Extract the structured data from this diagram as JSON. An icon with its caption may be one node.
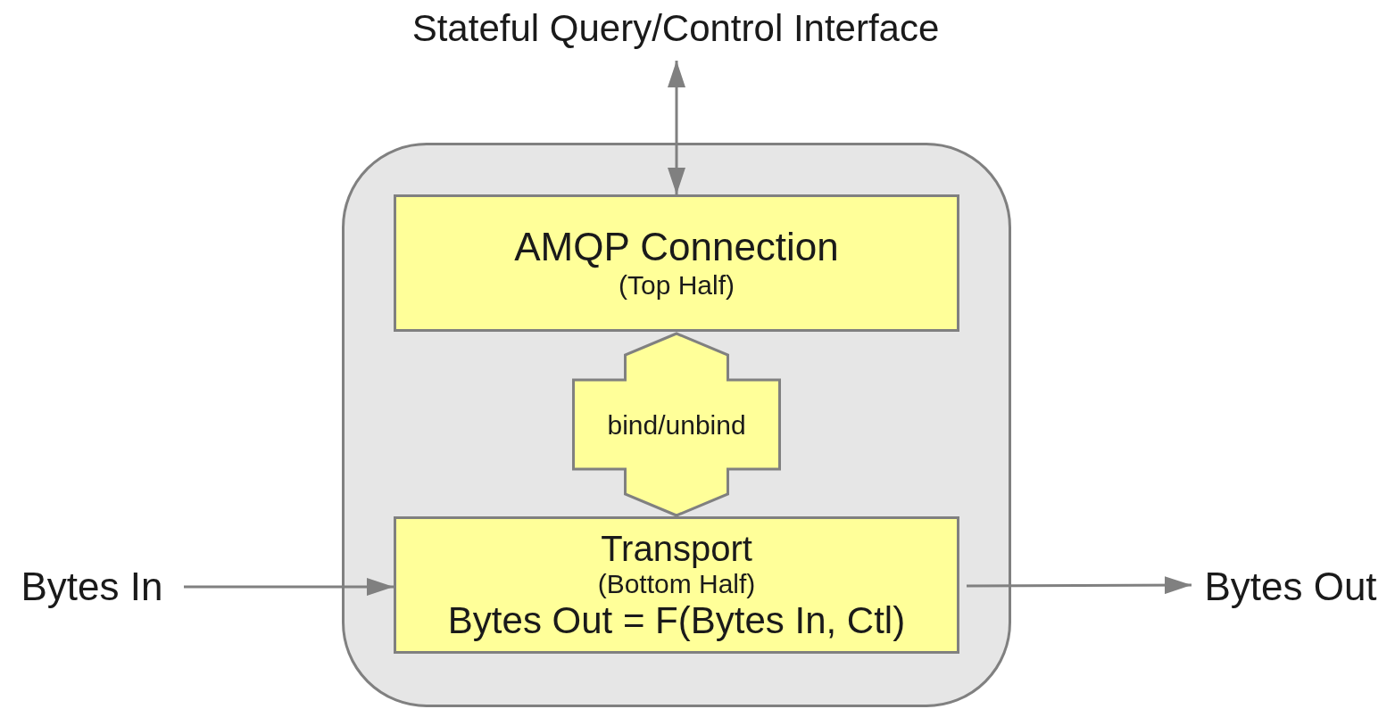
{
  "diagram": {
    "nodes": [
      {
        "text": [],
        "shape": "box"
      },
      {
        "text": [
          "AMQP Connection",
          "(Top Half)"
        ],
        "in": 0
      },
      {
        "text": [
          "Transport",
          "(Bottom Half)",
          "Bytes Out = F(Bytes In, Ctl)"
        ],
        "in": 0
      },
      {
        "text": [
          "Bytes In"
        ]
      },
      {
        "text": [
          "Bytes Out"
        ]
      },
      {
        "text": [
          "Stateful Query/Control Interface"
        ]
      }
    ],
    "edges": [
      {
        "from": 5,
        "to": 1,
        "arrow": "both"
      },
      {
        "from": 3,
        "to": 2,
        "arrow": "to"
      },
      {
        "from": 2,
        "to": 4,
        "arrow": "to"
      },
      {
        "from": 1,
        "to": 2,
        "arrow": "both",
        "label": "bind/unbind",
        "style": "thick"
      }
    ]
  }
}
